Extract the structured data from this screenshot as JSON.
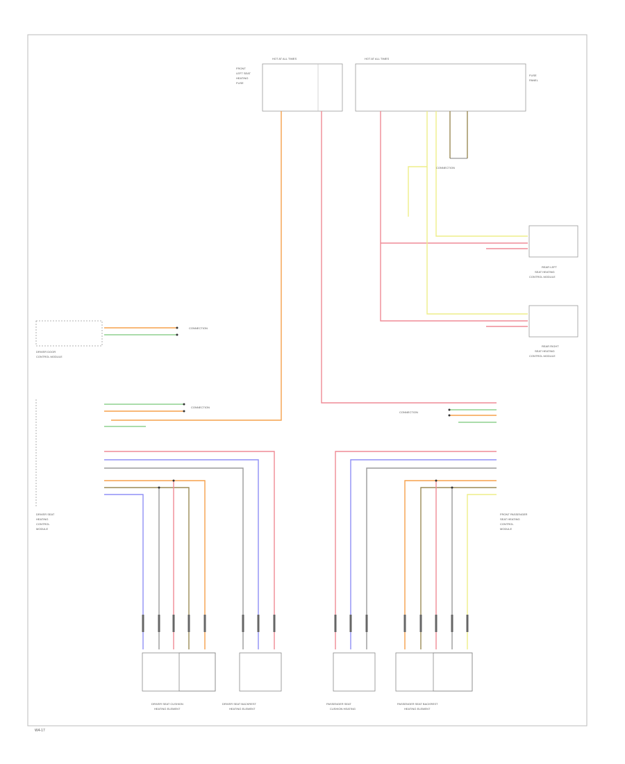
{
  "footer": {
    "code": "W4-17"
  },
  "wire_colors": {
    "orange": "#f5a04a",
    "red": "#ef8a95",
    "yellow": "#eeee88",
    "green": "#8ed08e",
    "blue": "#8f8ff5",
    "brown": "#9a8a55",
    "gray": "#9a9a9a",
    "black": "#555555"
  },
  "components": {
    "fuse_box_left": {
      "title": "HOT AT ALL TIMES",
      "label_lines": [
        "FRONT",
        "LEFT SEAT",
        "HEATING",
        "FUSE"
      ]
    },
    "fuse_box_right": {
      "title": "HOT AT ALL TIMES",
      "label_lines": [
        "FUSE",
        "PANEL"
      ]
    },
    "rear_left_seat_module": {
      "label_lines": [
        "REAR LEFT",
        "SEAT HEATING",
        "CONTROL MODULE"
      ]
    },
    "rear_right_seat_module": {
      "label_lines": [
        "REAR RIGHT",
        "SEAT HEATING",
        "CONTROL MODULE"
      ]
    },
    "driver_door_module": {
      "label_lines": [
        "DRIVER DOOR",
        "CONTROL MODULE"
      ]
    },
    "driver_seat_module": {
      "label_lines": [
        "DRIVER SEAT",
        "HEATING",
        "CONTROL",
        "MODULE"
      ]
    },
    "passenger_seat_module": {
      "label_lines": [
        "FRONT PASSENGER",
        "SEAT HEATING",
        "CONTROL",
        "MODULE"
      ]
    },
    "sensors": [
      {
        "label_lines": [
          "DRIVER SEAT CUSHION",
          "HEATING ELEMENT"
        ]
      },
      {
        "label_lines": [
          "DRIVER SEAT BACKREST",
          "HEATING ELEMENT"
        ]
      },
      {
        "label_lines": [
          "PASSENGER SEAT",
          "CUSHION HEATING"
        ]
      },
      {
        "label_lines": [
          "PASSENGER SEAT BACKREST",
          "HEATING ELEMENT"
        ]
      }
    ]
  },
  "splice_labels": {
    "s1": "CONNECTION",
    "s2": "CONNECTION",
    "s3": "CONNECTION",
    "s4": "CONNECTION"
  }
}
